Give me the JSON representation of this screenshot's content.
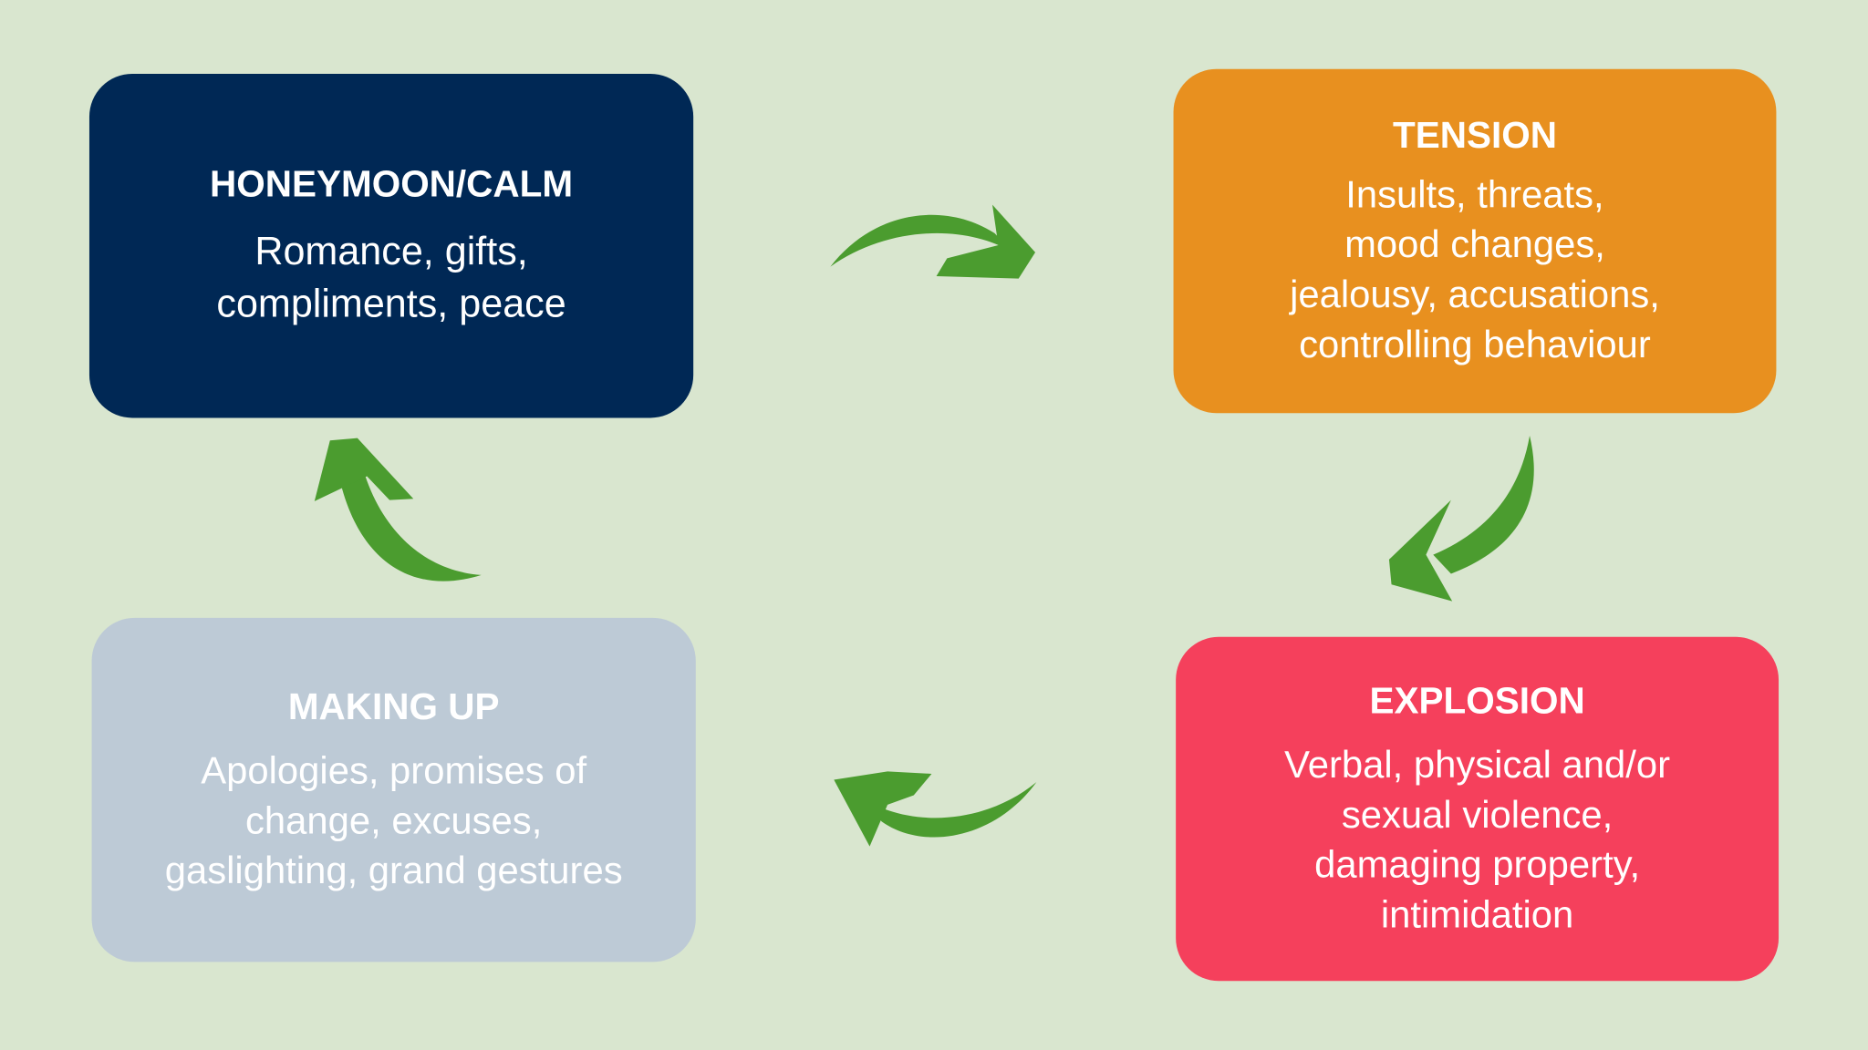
{
  "colors": {
    "background": "#d9e6cf",
    "arrow": "#4b9c2f",
    "honeymoon": "#002855",
    "tension": "#e8901f",
    "explosion": "#f5405c",
    "making_up": "#bdcad6"
  },
  "stages": [
    {
      "id": "honeymoon",
      "title": "HONEYMOON/CALM",
      "body": "Romance, gifts,\ncompliments, peace"
    },
    {
      "id": "tension",
      "title": "TENSION",
      "body": "Insults, threats,\nmood changes,\njealousy, accusations,\ncontrolling behaviour"
    },
    {
      "id": "explosion",
      "title": "EXPLOSION",
      "body": "Verbal, physical and/or\nsexual violence,\ndamaging property,\nintimidation"
    },
    {
      "id": "making_up",
      "title": "MAKING UP",
      "body": "Apologies, promises of\nchange, excuses,\ngaslighting, grand gestures"
    }
  ],
  "arrows": [
    {
      "from": "honeymoon",
      "to": "tension",
      "icon": "curved-arrow-right-icon"
    },
    {
      "from": "tension",
      "to": "explosion",
      "icon": "curved-arrow-down-icon"
    },
    {
      "from": "explosion",
      "to": "making_up",
      "icon": "curved-arrow-left-icon"
    },
    {
      "from": "making_up",
      "to": "honeymoon",
      "icon": "curved-arrow-up-icon"
    }
  ]
}
